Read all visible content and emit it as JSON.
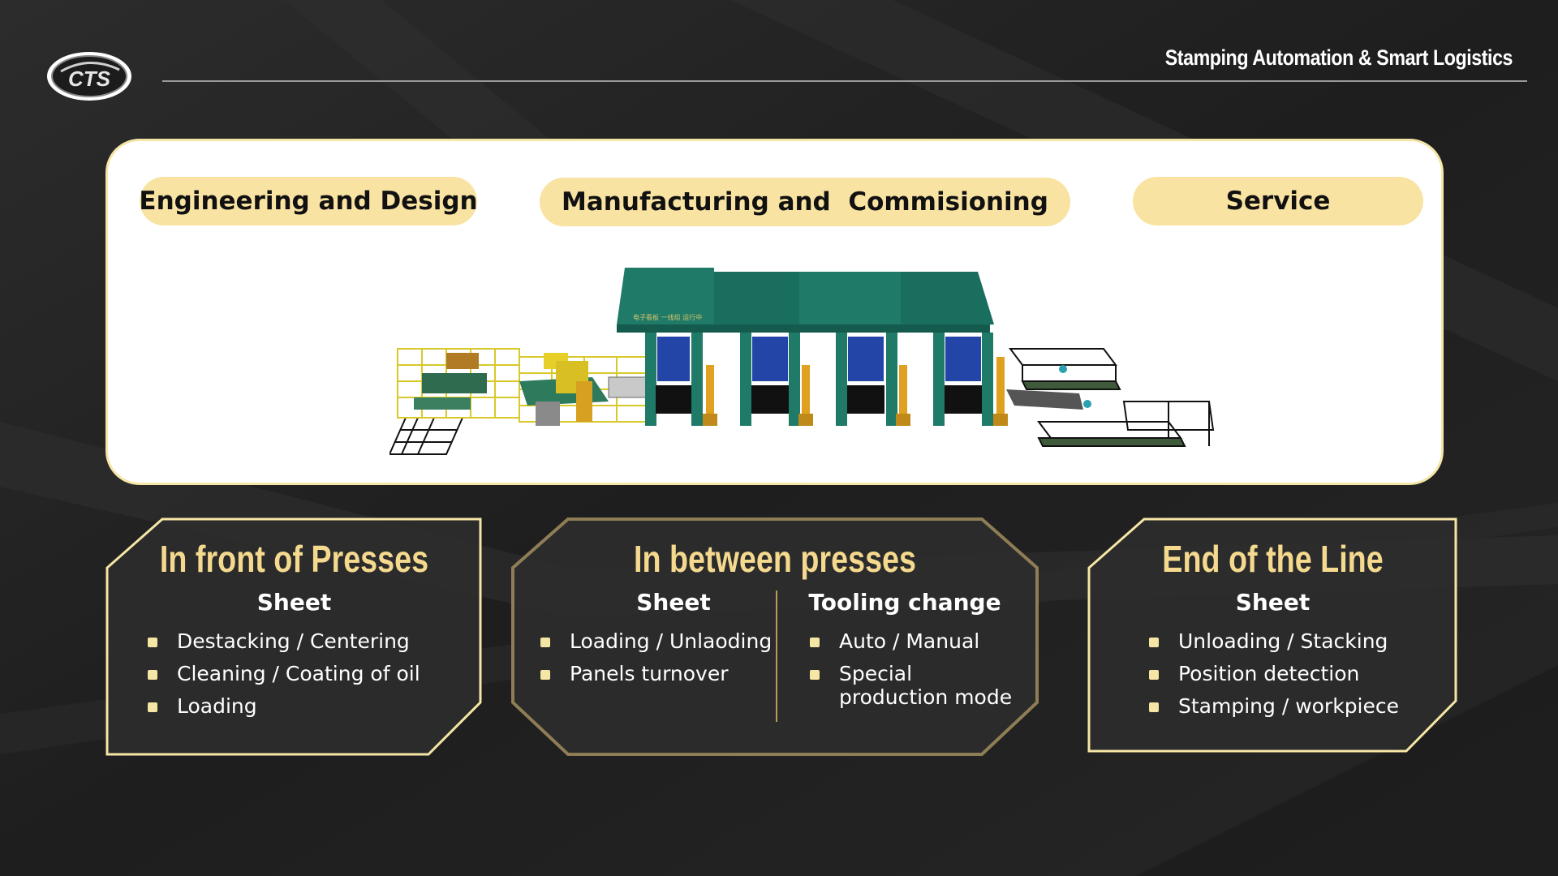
{
  "header": {
    "title": "Stamping Automation & Smart Logistics",
    "logo_text": "CTS"
  },
  "phases": [
    {
      "label": "Engineering and Design"
    },
    {
      "label": "Manufacturing and  Commisioning"
    },
    {
      "label": "Service"
    }
  ],
  "scene": {
    "machine_sign": "电子看板 一线组 运行中"
  },
  "sections": [
    {
      "title": "In front of Presses",
      "columns": [
        {
          "heading": "Sheet",
          "items": [
            "Destacking / Centering",
            "Cleaning / Coating of oil",
            "Loading"
          ]
        }
      ]
    },
    {
      "title": "In between presses",
      "columns": [
        {
          "heading": "Sheet",
          "items": [
            "Loading / Unlaoding",
            "Panels turnover"
          ]
        },
        {
          "heading": "Tooling change",
          "items": [
            "Auto / Manual",
            "Special\nproduction mode"
          ]
        }
      ]
    },
    {
      "title": "End of the Line",
      "columns": [
        {
          "heading": "Sheet",
          "items": [
            "Unloading / Stacking",
            "Position detection",
            "Stamping / workpiece"
          ]
        }
      ]
    }
  ],
  "colors": {
    "background": "#232323",
    "accent_gold": "#f4d98e",
    "pill": "#f9e3a2",
    "machine_green": "#1f7a68",
    "press_blue": "#2445a8"
  }
}
